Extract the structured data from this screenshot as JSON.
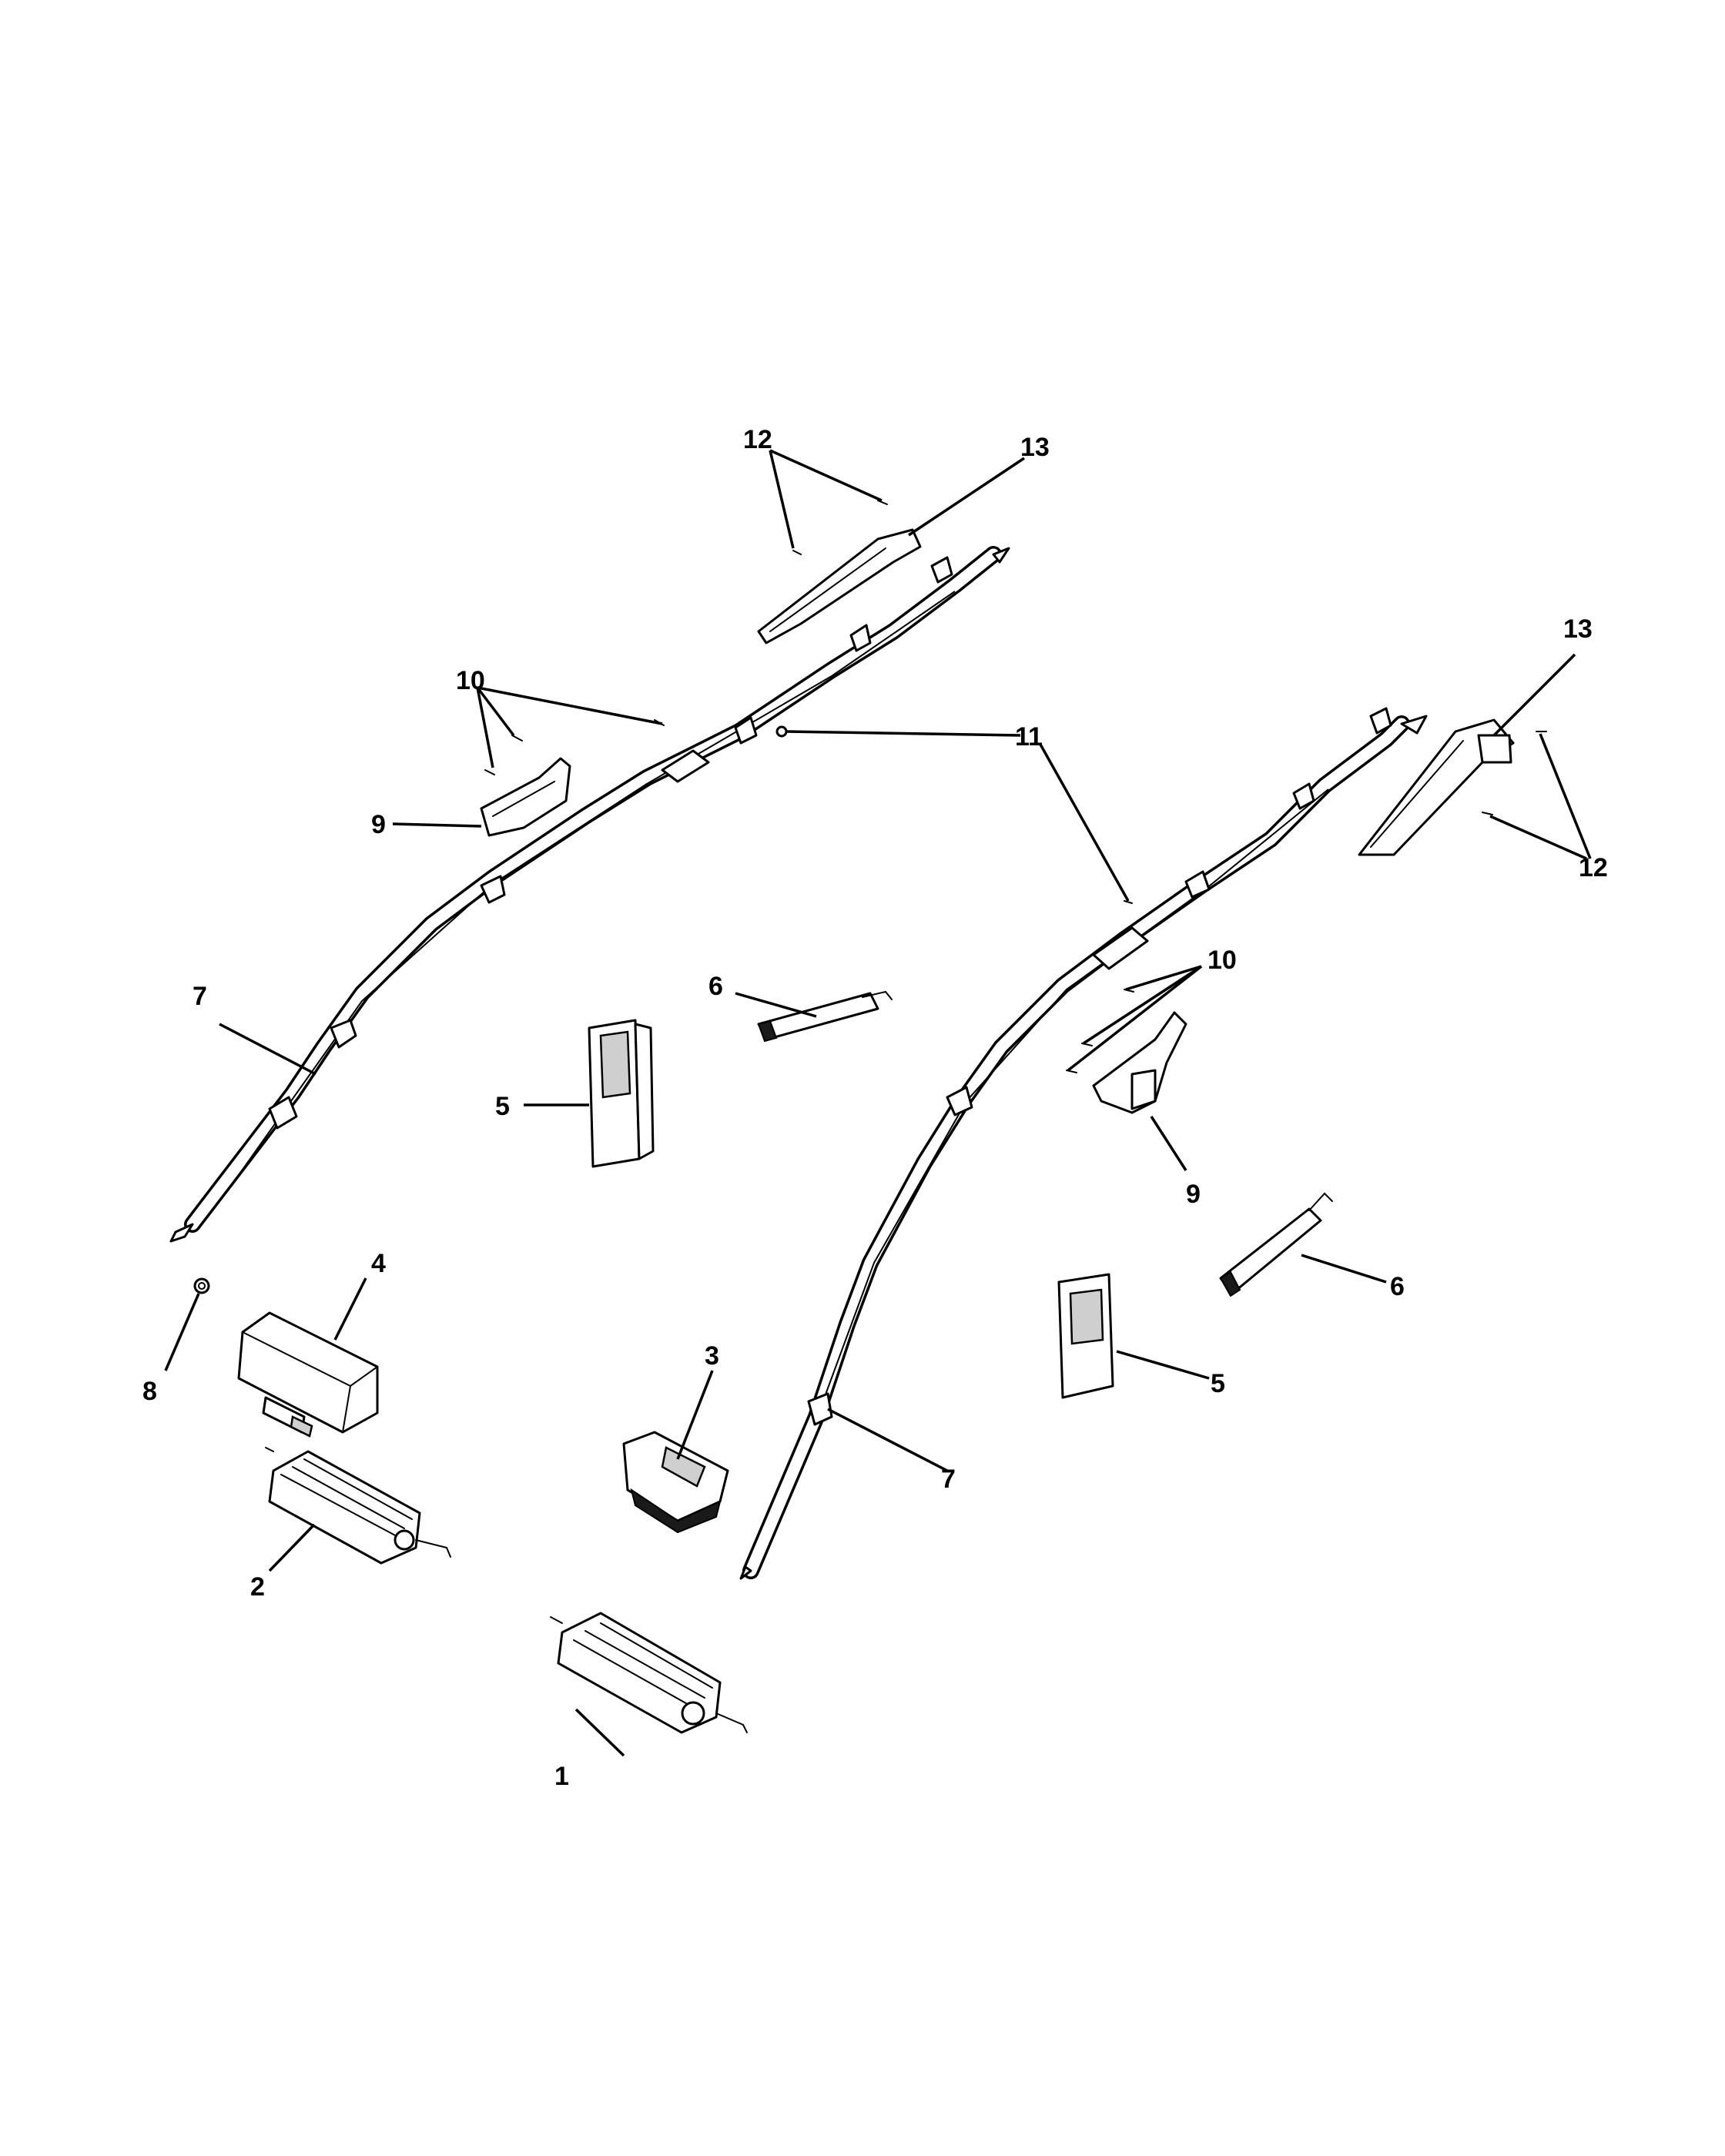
{
  "callouts": {
    "c1": "1",
    "c2": "2",
    "c3": "3",
    "c4": "4",
    "c5_left": "5",
    "c5_right": "5",
    "c6_left": "6",
    "c6_right": "6",
    "c7_left": "7",
    "c7_right": "7",
    "c8": "8",
    "c9_left": "9",
    "c9_right": "9",
    "c10_left": "10",
    "c10_right": "10",
    "c11": "11",
    "c12_left": "12",
    "c12_right": "12",
    "c13_left": "13",
    "c13_right": "13"
  },
  "colors": {
    "line": "#000000",
    "background": "#ffffff",
    "shade": "#cfcfcf"
  }
}
